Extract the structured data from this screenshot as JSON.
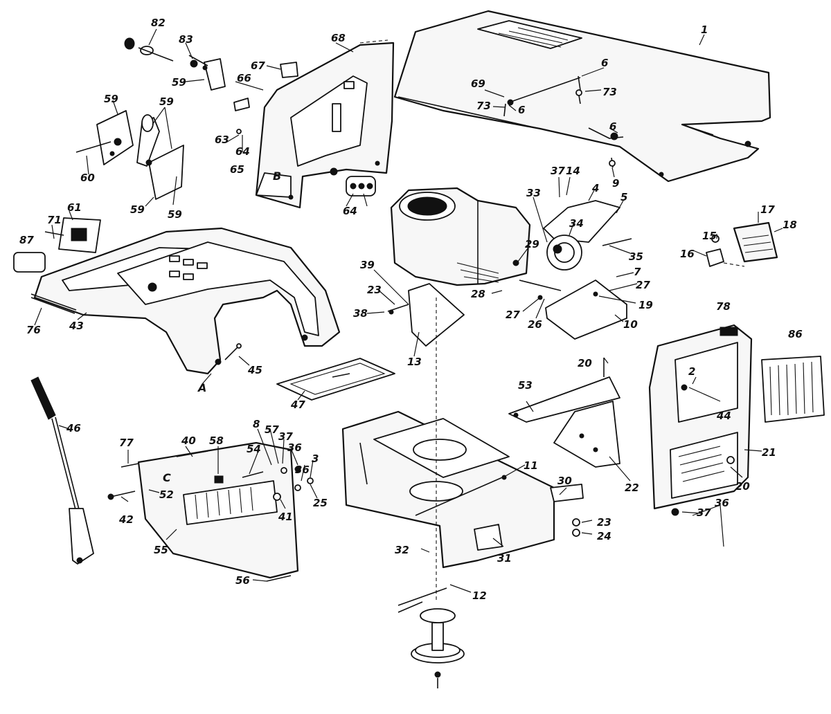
{
  "diagram": {
    "callouts": [
      {
        "id": "c1",
        "text": "1"
      },
      {
        "id": "c6a",
        "text": "6"
      },
      {
        "id": "c73a",
        "text": "73"
      },
      {
        "id": "c69",
        "text": "69"
      },
      {
        "id": "c73b",
        "text": "73"
      },
      {
        "id": "c6b",
        "text": "6"
      },
      {
        "id": "c6c",
        "text": "6"
      },
      {
        "id": "c9",
        "text": "9"
      },
      {
        "id": "c82",
        "text": "82"
      },
      {
        "id": "c83",
        "text": "83"
      },
      {
        "id": "c68",
        "text": "68"
      },
      {
        "id": "c67",
        "text": "67"
      },
      {
        "id": "c66",
        "text": "66"
      },
      {
        "id": "c59a",
        "text": "59"
      },
      {
        "id": "c59b",
        "text": "59"
      },
      {
        "id": "c59c",
        "text": "59"
      },
      {
        "id": "c59d",
        "text": "59"
      },
      {
        "id": "c59e",
        "text": "59"
      },
      {
        "id": "c60",
        "text": "60"
      },
      {
        "id": "c63",
        "text": "63"
      },
      {
        "id": "c64a",
        "text": "64"
      },
      {
        "id": "c65",
        "text": "65"
      },
      {
        "id": "c64b",
        "text": "64"
      },
      {
        "id": "cB",
        "text": "B"
      },
      {
        "id": "c37a",
        "text": "37"
      },
      {
        "id": "c14",
        "text": "14"
      },
      {
        "id": "c4",
        "text": "4"
      },
      {
        "id": "c5",
        "text": "5"
      },
      {
        "id": "c33",
        "text": "33"
      },
      {
        "id": "c34",
        "text": "34"
      },
      {
        "id": "c35",
        "text": "35"
      },
      {
        "id": "c29",
        "text": "29"
      },
      {
        "id": "c7",
        "text": "7"
      },
      {
        "id": "c27a",
        "text": "27"
      },
      {
        "id": "c19",
        "text": "19"
      },
      {
        "id": "c28",
        "text": "28"
      },
      {
        "id": "c27b",
        "text": "27"
      },
      {
        "id": "c26",
        "text": "26"
      },
      {
        "id": "c10",
        "text": "10"
      },
      {
        "id": "c15",
        "text": "15"
      },
      {
        "id": "c17",
        "text": "17"
      },
      {
        "id": "c18",
        "text": "18"
      },
      {
        "id": "c16",
        "text": "16"
      },
      {
        "id": "c61",
        "text": "61"
      },
      {
        "id": "c71",
        "text": "71"
      },
      {
        "id": "c87",
        "text": "87"
      },
      {
        "id": "c76",
        "text": "76"
      },
      {
        "id": "c43",
        "text": "43"
      },
      {
        "id": "c45",
        "text": "45"
      },
      {
        "id": "cA",
        "text": "A"
      },
      {
        "id": "c39",
        "text": "39"
      },
      {
        "id": "c23a",
        "text": "23"
      },
      {
        "id": "c38",
        "text": "38"
      },
      {
        "id": "c13",
        "text": "13"
      },
      {
        "id": "c47",
        "text": "47"
      },
      {
        "id": "c78",
        "text": "78"
      },
      {
        "id": "c86",
        "text": "86"
      },
      {
        "id": "c20a",
        "text": "20"
      },
      {
        "id": "c2",
        "text": "2"
      },
      {
        "id": "c44",
        "text": "44"
      },
      {
        "id": "c53",
        "text": "53"
      },
      {
        "id": "c22",
        "text": "22"
      },
      {
        "id": "c21",
        "text": "21"
      },
      {
        "id": "c20b",
        "text": "20"
      },
      {
        "id": "c36a",
        "text": "36"
      },
      {
        "id": "c37b",
        "text": "37"
      },
      {
        "id": "c46",
        "text": "46"
      },
      {
        "id": "c77",
        "text": "77"
      },
      {
        "id": "c40",
        "text": "40"
      },
      {
        "id": "c58",
        "text": "58"
      },
      {
        "id": "c8",
        "text": "8"
      },
      {
        "id": "c57",
        "text": "57"
      },
      {
        "id": "c37c",
        "text": "37"
      },
      {
        "id": "c36b",
        "text": "36"
      },
      {
        "id": "c54",
        "text": "54"
      },
      {
        "id": "c36c",
        "text": "36"
      },
      {
        "id": "c3",
        "text": "3"
      },
      {
        "id": "cC",
        "text": "C"
      },
      {
        "id": "c52",
        "text": "52"
      },
      {
        "id": "c42",
        "text": "42"
      },
      {
        "id": "c41",
        "text": "41"
      },
      {
        "id": "c25",
        "text": "25"
      },
      {
        "id": "c55",
        "text": "55"
      },
      {
        "id": "c56",
        "text": "56"
      },
      {
        "id": "c11",
        "text": "11"
      },
      {
        "id": "c30",
        "text": "30"
      },
      {
        "id": "c23b",
        "text": "23"
      },
      {
        "id": "c24",
        "text": "24"
      },
      {
        "id": "c32",
        "text": "32"
      },
      {
        "id": "c31",
        "text": "31"
      },
      {
        "id": "c12",
        "text": "12"
      }
    ]
  }
}
